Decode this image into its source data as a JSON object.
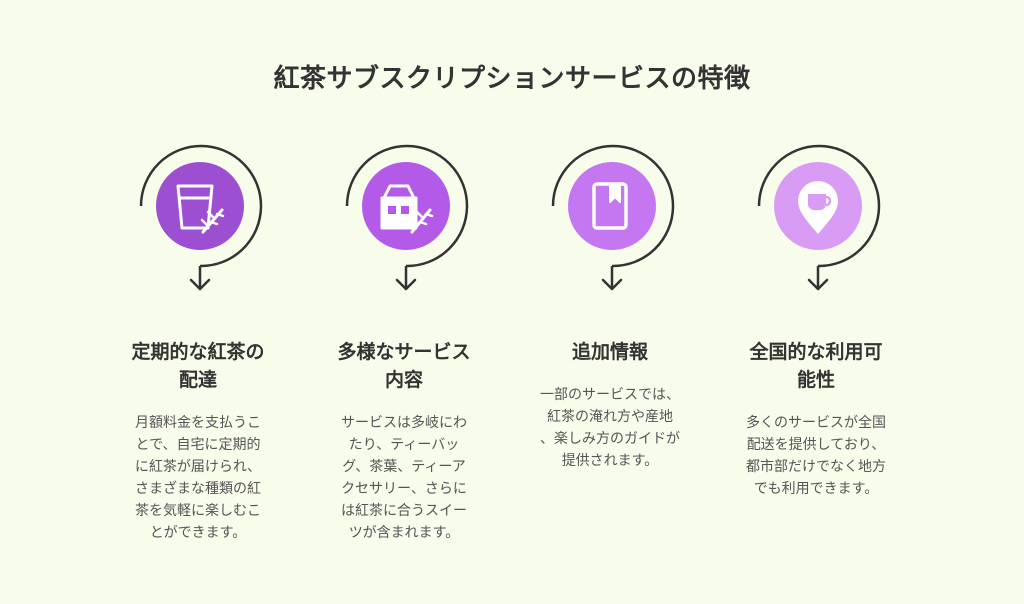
{
  "title": "紅茶サブスクリプションサービスの特徴",
  "colors": {
    "background": "#f8fceb",
    "ring": "#333333",
    "icon_1": "#9c4fd1",
    "icon_2": "#b35be8",
    "icon_3": "#c477f0",
    "icon_4": "#d89cf5"
  },
  "features": [
    {
      "icon": "tea-glass-icon",
      "heading_lines": [
        "定期的な紅茶の",
        "配達"
      ],
      "desc_lines": [
        "月額料金を支払うこ",
        "とで、自宅に定期的",
        "に紅茶が届けられ、",
        "さまざまな種類の紅",
        "茶を気軽に楽しむこ",
        "とができます。"
      ]
    },
    {
      "icon": "tea-box-icon",
      "heading_lines": [
        "多様なサービス",
        "内容"
      ],
      "desc_lines": [
        "サービスは多岐にわ",
        "たり、ティーバッ",
        "グ、茶葉、ティーア",
        "クセサリー、さらに",
        "は紅茶に合うスイー",
        "ツが含まれます。"
      ]
    },
    {
      "icon": "book-icon",
      "heading_lines": [
        "追加情報"
      ],
      "desc_lines": [
        "一部のサービスでは、",
        "紅茶の淹れ方や産地",
        "、楽しみ方のガイドが",
        "提供されます。"
      ]
    },
    {
      "icon": "cup-location-icon",
      "heading_lines": [
        "全国的な利用可",
        "能性"
      ],
      "desc_lines": [
        "多くのサービスが全国",
        "配送を提供しており、",
        "都市部だけでなく地方",
        "でも利用できます。"
      ]
    }
  ]
}
